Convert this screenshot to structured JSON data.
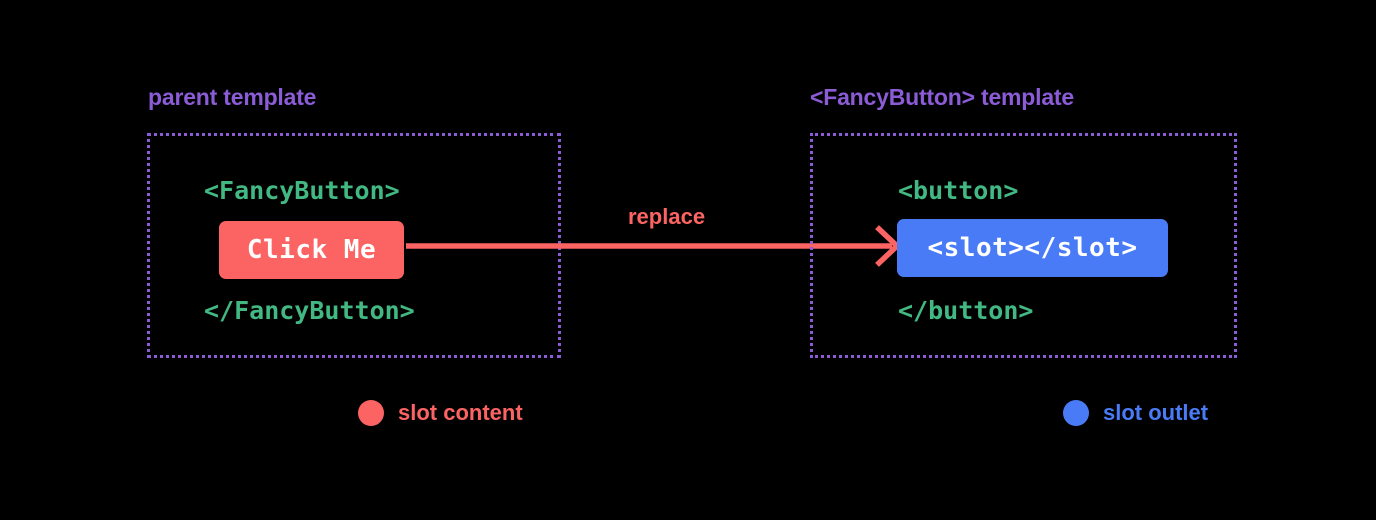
{
  "diagram": {
    "title": "Vue slot content replacement diagram",
    "background": "#000000",
    "colors": {
      "heading_purple": "#8b5cd6",
      "code_green": "#42b883",
      "slot_content_red": "#fc6363",
      "slot_outlet_blue": "#4a7bf7",
      "chip_text": "#ffffff"
    }
  },
  "panels": {
    "left": {
      "heading": "parent template",
      "code_open": "<FancyButton>",
      "highlight": "Click Me",
      "code_close": "</FancyButton>"
    },
    "right": {
      "heading": "<FancyButton> template",
      "code_open": "<button>",
      "highlight": "<slot></slot>",
      "code_close": "</button>"
    }
  },
  "connector": {
    "label": "replace",
    "direction": "left-to-right",
    "color": "#fc6363"
  },
  "legend": [
    {
      "label": "slot content",
      "color": "#fc6363",
      "swatch": "circle"
    },
    {
      "label": "slot outlet",
      "color": "#4a7bf7",
      "swatch": "circle"
    }
  ]
}
